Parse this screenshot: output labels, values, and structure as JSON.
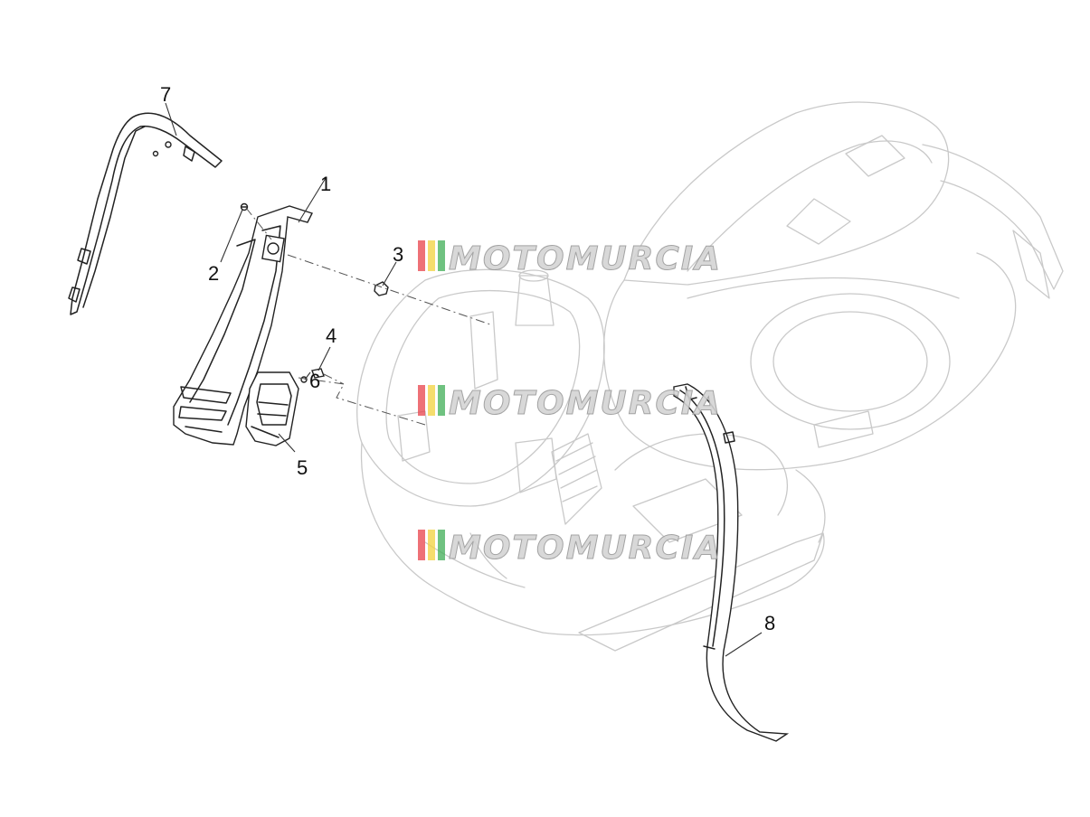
{
  "callouts": [
    {
      "id": "1",
      "label": "1"
    },
    {
      "id": "2",
      "label": "2"
    },
    {
      "id": "3",
      "label": "3"
    },
    {
      "id": "4",
      "label": "4"
    },
    {
      "id": "5",
      "label": "5"
    },
    {
      "id": "6",
      "label": "6"
    },
    {
      "id": "7",
      "label": "7"
    },
    {
      "id": "8",
      "label": "8"
    }
  ],
  "watermark": {
    "text": "MOTOMURCIA",
    "colors": {
      "stripe_red": "#e8424a",
      "stripe_yellow": "#f2d23c",
      "stripe_green": "#3fae55",
      "text": "#d4d4d4"
    }
  },
  "colors": {
    "line_art": "#222222",
    "ghost_art": "#c9c9c9",
    "background": "#ffffff"
  }
}
